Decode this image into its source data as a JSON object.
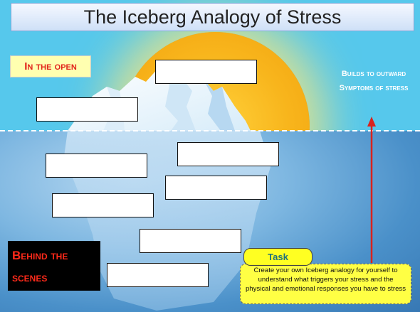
{
  "title": "The Iceberg Analogy of Stress",
  "labels": {
    "in_the_open": "In the open",
    "behind_the_scenes": "Behind the scenes",
    "builds_to": "Builds to outward Symptoms of stress"
  },
  "task": {
    "heading": "Task",
    "text": "Create your own Iceberg analogy for yourself to understand what triggers your stress and the physical and emotional responses you have to stress"
  },
  "colors": {
    "sky": "#56c8ec",
    "sun": "#f8b51c",
    "sea": "#4a90c9",
    "label_red": "#e2231a",
    "task_yellow": "#ffff44",
    "arrow_red": "#d9231d"
  },
  "blank_boxes_above_water": 2,
  "blank_boxes_below_water": 6
}
